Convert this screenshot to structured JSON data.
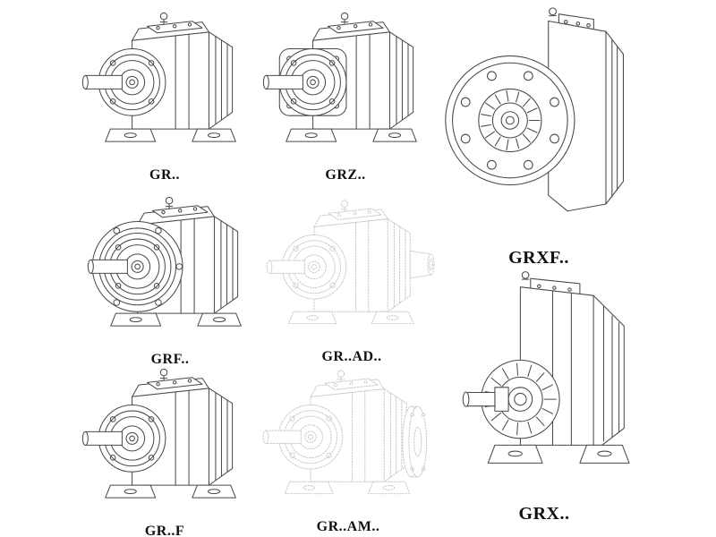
{
  "colors": {
    "background": "#ffffff",
    "line": "#4a4a4a",
    "faded_line": "#c9c9c9",
    "label_text": "#101010"
  },
  "figures": [
    {
      "label": "GR..",
      "style": "solid"
    },
    {
      "label": "GRZ..",
      "style": "solid"
    },
    {
      "label": "GRXF..",
      "style": "solid"
    },
    {
      "label": "GRF..",
      "style": "solid"
    },
    {
      "label": "GR..AD..",
      "style": "faded"
    },
    {
      "label": "GR..F",
      "style": "solid"
    },
    {
      "label": "GR..AM..",
      "style": "faded"
    },
    {
      "label": "GRX..",
      "style": "solid"
    }
  ]
}
